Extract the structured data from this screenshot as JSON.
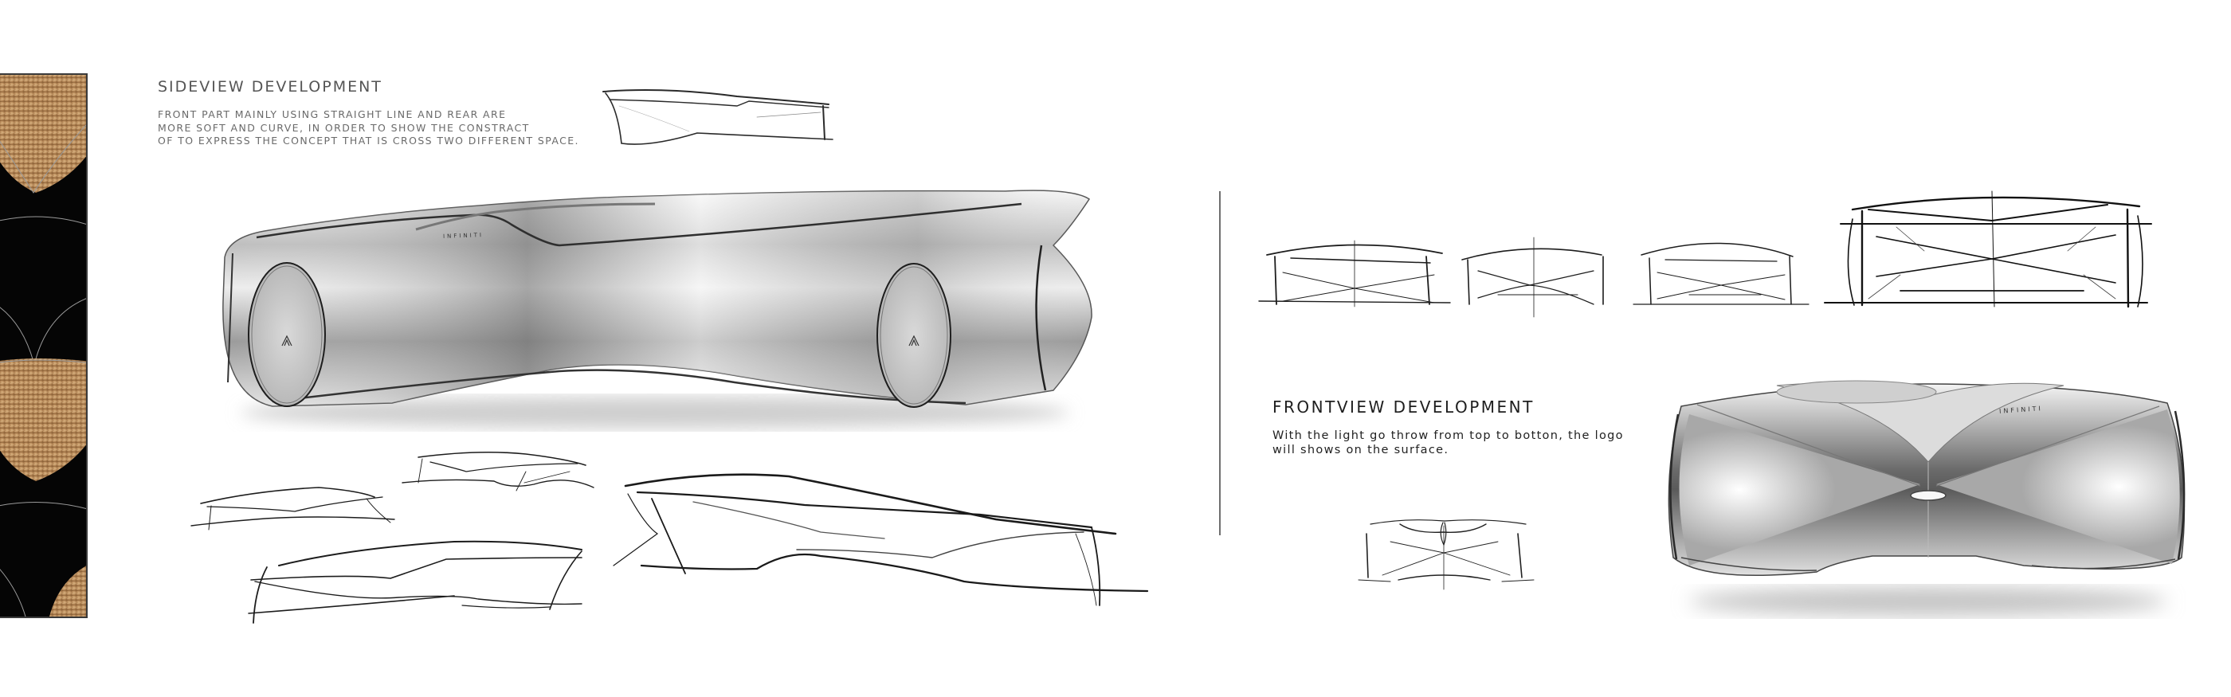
{
  "page": {
    "type": "concept car design board",
    "background": "#ffffff"
  },
  "decor": {
    "strip": {
      "pattern": "gold-black-scallop",
      "gold": "#b88a5a",
      "black": "#050505",
      "outline": "#9a9a9a"
    }
  },
  "sideview": {
    "title": "SIDEVIEW DEVELOPMENT",
    "description_lines": [
      "FRONT PART MAINLY USING STRAIGHT LINE AND REAR ARE",
      "MORE SOFT AND CURVE, IN ORDER TO SHOW THE CONSTRACT",
      "OF TO EXPRESS THE CONCEPT THAT IS CROSS TWO DIFFERENT SPACE."
    ],
    "render": {
      "brand_text": "INFINITI",
      "wheel_logo": "infiniti-emblem"
    },
    "sketches": [
      "thumbnail-top",
      "sketch-small-left",
      "sketch-small-mid",
      "sketch-large-left",
      "sketch-large-right"
    ]
  },
  "frontview": {
    "title": "FRONTVIEW DEVELOPMENT",
    "description_lines": [
      "With the light go throw from top to botton, the logo",
      "will shows on the surface."
    ],
    "render": {
      "brand_text": "INFINITI"
    },
    "sketches": [
      "front-sketch-1",
      "front-sketch-2",
      "front-sketch-3",
      "front-sketch-large",
      "front-sketch-small"
    ]
  },
  "colors": {
    "title_side": "#555555",
    "text_side": "#6a6a6a",
    "title_front": "#1e1e1e",
    "divider": "#6f6f6f"
  }
}
